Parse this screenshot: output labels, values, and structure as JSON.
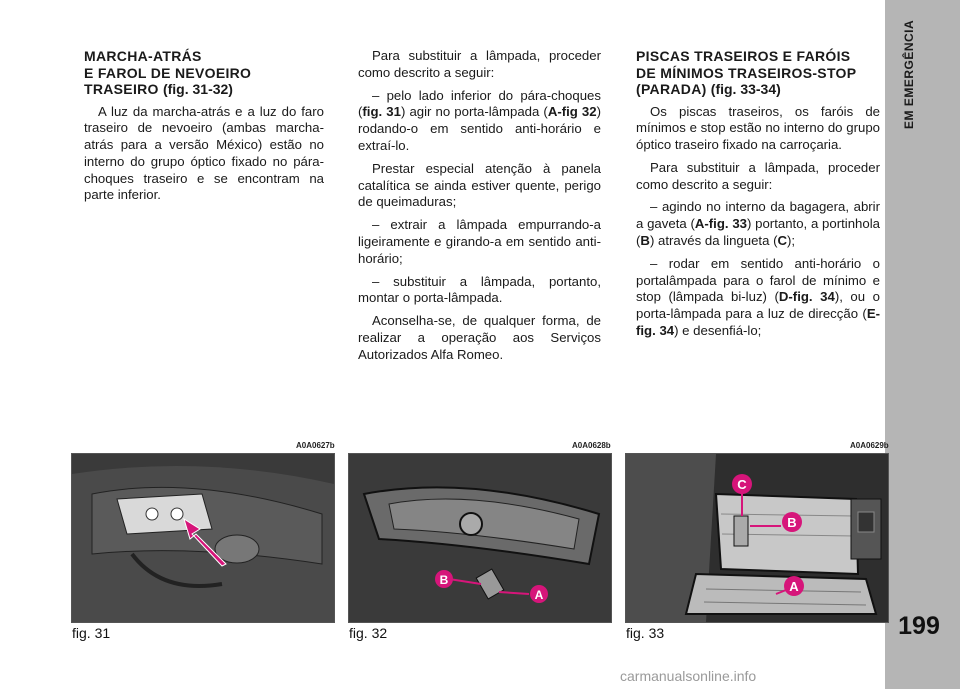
{
  "sidebar": {
    "section_title": "EM EMERGÊNCIA"
  },
  "page_number": "199",
  "col1": {
    "heading_l1": "MARCHA-ATRÁS",
    "heading_l2": "E FAROL DE NEVOEIRO",
    "heading_l3": "TRASEIRO",
    "heading_ref": "(fig. 31-32)",
    "p1": "A luz da marcha-atrás e a luz do faro traseiro de nevoeiro (ambas marcha-atrás para a versão México) estão no interno do grupo óptico fixado no pára-choques traseiro e se encontram na parte inferior."
  },
  "col2": {
    "p1": "Para substituir a lâmpada, proceder como descrito a seguir:",
    "p2a": "– pelo lado inferior do pára-choques (",
    "p2ref1": "fig. 31",
    "p2b": ") agir no porta-lâmpada (",
    "p2ref2": "A-fig 32",
    "p2c": ") rodando-o em sentido anti-horário e extraí-lo.",
    "p3": "Prestar especial atenção à panela catalítica se ainda estiver quente, perigo de queimaduras;",
    "p4": "– extrair a lâmpada empurrando-a ligeiramente e girando-a em sentido anti-horário;",
    "p5": "– substituir a lâmpada, portanto, montar o porta-lâmpada.",
    "p6": "Aconselha-se, de qualquer forma, de realizar a operação aos Serviços Autorizados Alfa Romeo."
  },
  "col3": {
    "heading_l1": "PISCAS TRASEIROS E FARÓIS",
    "heading_l2": "DE MÍNIMOS TRASEIROS-STOP",
    "heading_l3": "(PARADA)",
    "heading_ref": "(fig. 33-34)",
    "p1": "Os piscas traseiros, os faróis de mínimos e stop estão no interno do grupo óptico traseiro fixado na carroçaria.",
    "p2": "Para substituir a lâmpada, proceder como descrito a seguir:",
    "p3a": "– agindo no interno da bagagera, abrir a gaveta (",
    "p3ref1": "A-fig. 33",
    "p3b": ") portanto, a portinhola (",
    "p3ref2": "B",
    "p3c": ") através da lingueta (",
    "p3ref3": "C",
    "p3d": ");",
    "p4a": "– rodar em sentido anti-horário o portalâmpada para o farol de mínimo e stop (lâmpada bi-luz) (",
    "p4ref1": "D-fig. 34",
    "p4b": "), ou o porta-lâmpada para a luz de direcção (",
    "p4ref2": "E-fig. 34",
    "p4c": ") e desenfiá-lo;"
  },
  "figures": [
    {
      "code": "A0A0627b",
      "caption": "fig. 31"
    },
    {
      "code": "A0A0628b",
      "caption": "fig. 32",
      "labels": [
        "B",
        "A"
      ]
    },
    {
      "code": "A0A0629b",
      "caption": "fig. 33",
      "labels": [
        "C",
        "B",
        "A"
      ]
    }
  ],
  "colors": {
    "accent_magenta": "#d6157a",
    "sidebar_gray": "#b5b5b5"
  },
  "watermark": "carmanualsonline.info"
}
